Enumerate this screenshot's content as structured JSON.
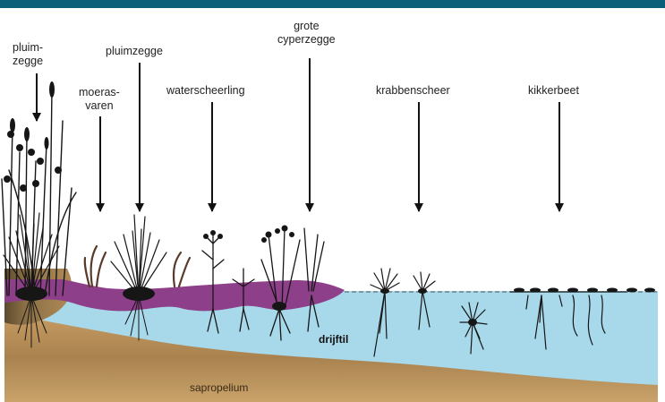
{
  "labels": {
    "pluimzegge_left_line1": "pluim-",
    "pluimzegge_left_line2": "zegge",
    "moerasvaren_line1": "moeras-",
    "moerasvaren_line2": "varen",
    "pluimzegge": "pluimzegge",
    "waterscheerling": "waterscheerling",
    "grote_line1": "grote",
    "grote_line2": "cyperzegge",
    "krabbenscheer": "krabbenscheer",
    "kikkerbeet": "kikkerbeet",
    "drijftil": "drijftil",
    "sapropelium": "sapropelium"
  },
  "colors": {
    "header": "#0b5f78",
    "water": "#a8d9ea",
    "peat_mat": "#8e3f8a",
    "sediment": "#b48a55",
    "soil_dark": "#6f5a3a",
    "plants": "#161616"
  }
}
